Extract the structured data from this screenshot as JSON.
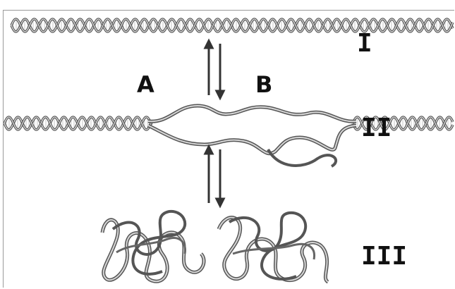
{
  "diagram": {
    "state_labels": {
      "state_1": "I",
      "state_2": "II",
      "state_3": "III"
    },
    "strand_labels": {
      "left": "A",
      "right": "B"
    },
    "colors": {
      "strand": "#555555",
      "strand_light": "#c9c9c9",
      "arrow": "#333333",
      "text": "#111111"
    }
  }
}
